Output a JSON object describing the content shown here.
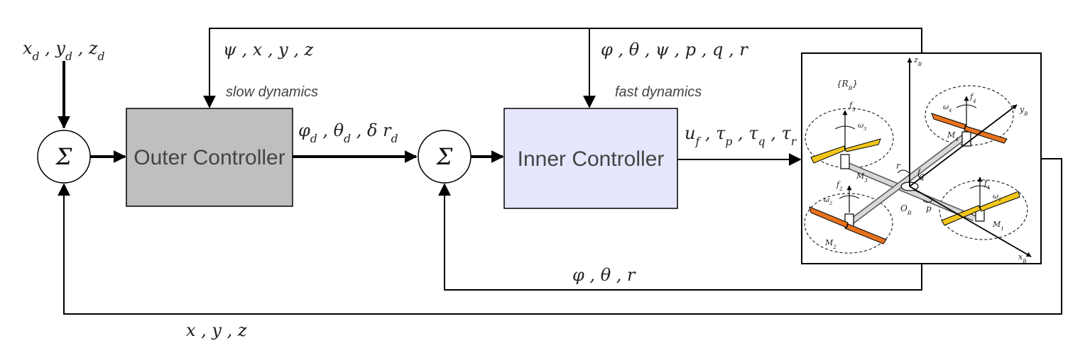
{
  "inputs": {
    "reference": "x_d , y_d , z_d"
  },
  "summers": {
    "outer_symbol": "Σ",
    "inner_symbol": "Σ"
  },
  "blocks": {
    "outer_controller": "Outer Controller",
    "inner_controller": "Inner Controller",
    "outer_fill": "#bfbfbf",
    "inner_fill": "#e6e6fc"
  },
  "signals": {
    "outer_feedback_top": "ψ , x , y , z",
    "inner_feedback_top": "φ , θ , ψ , p , q , r",
    "outer_output": "φ_d , θ_d , δ r_d",
    "inner_output": "u_f , τ_p , τ_q , τ_r",
    "inner_feedback_bottom": "φ , θ , r",
    "outer_feedback_bottom": "x , y , z"
  },
  "annotations": {
    "slow": "slow dynamics",
    "fast": "fast dynamics"
  },
  "quadrotor": {
    "frame_label": "{R_B}",
    "axis_z": "z_B",
    "axis_y": "y_B",
    "axis_x": "x_B",
    "origin": "O_B",
    "rate_r": "r",
    "rate_q": "q",
    "rate_p": "p",
    "motors": [
      {
        "motor": "M_1",
        "force": "f_1",
        "omega": "ω_1"
      },
      {
        "motor": "M_2",
        "force": "f_2",
        "omega": "ω_2"
      },
      {
        "motor": "M_3",
        "force": "f_3",
        "omega": "ω_3"
      },
      {
        "motor": "M_4",
        "force": "f_4",
        "omega": "ω_4"
      }
    ],
    "prop_yellow": "#f2c71b",
    "prop_orange": "#e8731f"
  }
}
